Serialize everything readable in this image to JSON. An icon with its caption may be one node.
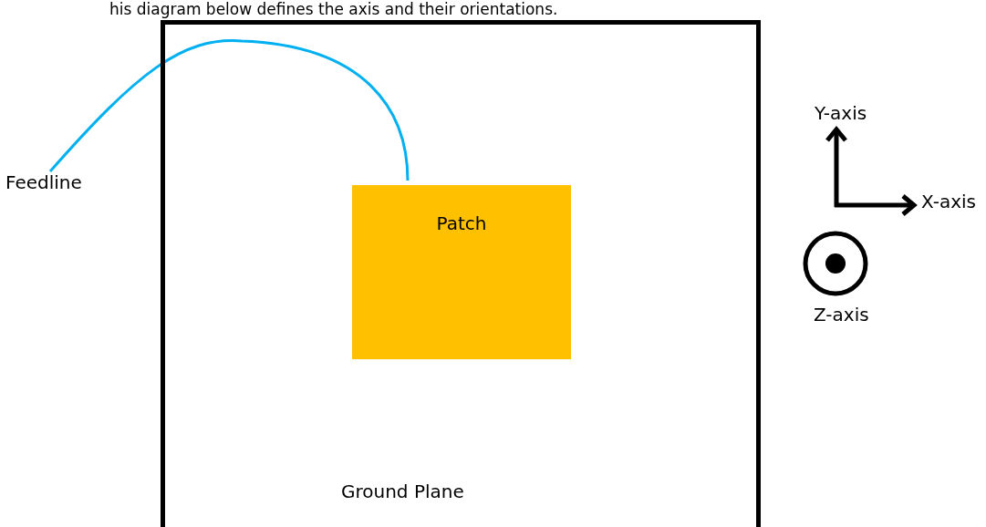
{
  "diagram": {
    "nodes": [
      {
        "text": [
          "Ground Plane"
        ]
      },
      {
        "text": [
          "Patch"
        ],
        "in": 0
      },
      {
        "text": [
          "Feedline"
        ]
      }
    ],
    "edges": [
      {
        "from": 2,
        "to": 1,
        "arrow": "none",
        "color": "#00b0f0"
      }
    ],
    "labels": [
      "his diagram below defines the axis and their orientations.",
      "Y-axis",
      "X-axis",
      "Z-axis"
    ]
  }
}
